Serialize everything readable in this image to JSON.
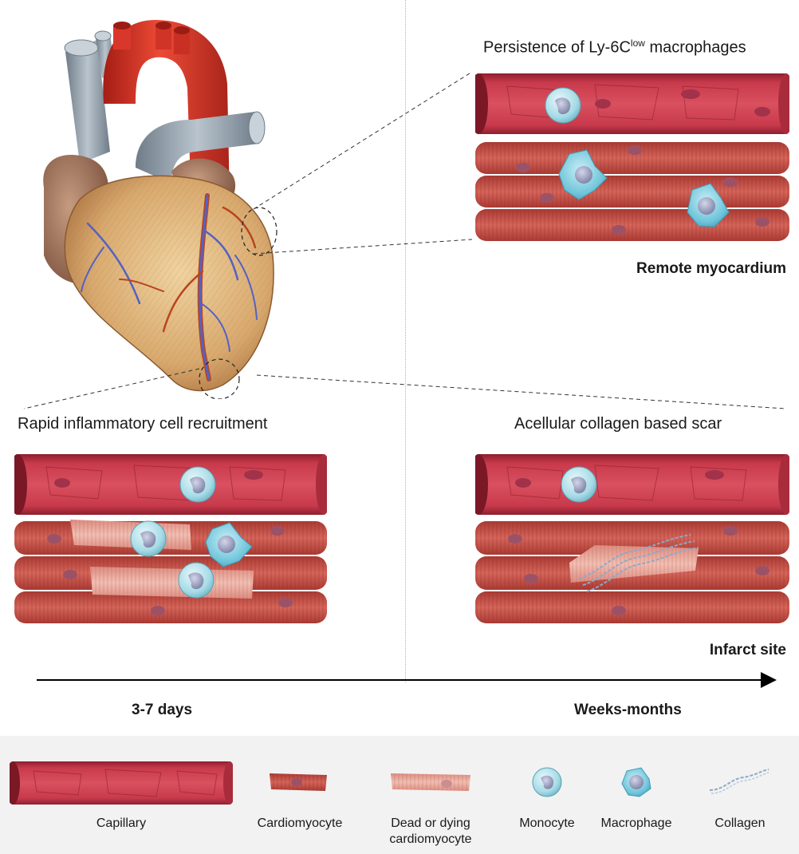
{
  "panels": {
    "remote": {
      "title_main": "Persistence of Ly-6C",
      "title_sup": "low",
      "title_end": " macrophages",
      "label": "Remote myocardium"
    },
    "early": {
      "title": "Rapid inflammatory cell recruitment"
    },
    "late": {
      "title": "Acellular collagen based scar",
      "label": "Infarct site"
    }
  },
  "timeline": {
    "start": "3-7 days",
    "end": "Weeks-months"
  },
  "legend": {
    "capillary": "Capillary",
    "cardiomyocyte": "Cardiomyocyte",
    "dead_line1": "Dead or dying",
    "dead_line2": "cardiomyocyte",
    "monocyte": "Monocyte",
    "macrophage": "Macrophage",
    "collagen": "Collagen"
  },
  "colors": {
    "vessel": "#c4394a",
    "muscle": "#c9574a",
    "dead_muscle": "#e9a99a",
    "monocyte": "#a9dce6",
    "macrophage": "#6fc3da",
    "nucleus": "#8b8fb0",
    "aorta": "#d8372b",
    "vena": "#9aa7b3",
    "heart_surface": "#d9b27a"
  }
}
